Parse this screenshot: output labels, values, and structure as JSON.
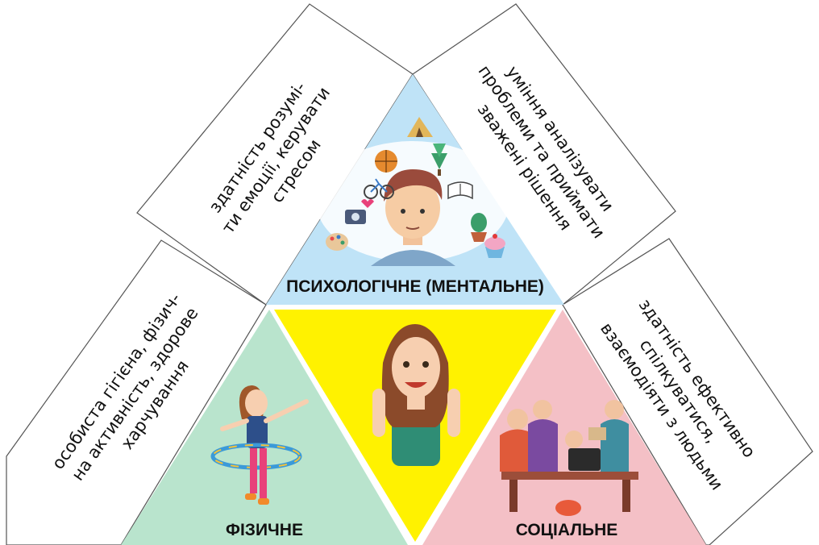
{
  "sections": {
    "mental": {
      "label": "ПСИХОЛОГІЧНЕ (МЕНТАЛЬНЕ)",
      "color": "#bfe3f7"
    },
    "physical": {
      "label": "ФІЗИЧНЕ",
      "color": "#b9e4cd"
    },
    "social": {
      "label": "СОЦІАЛЬНЕ",
      "color": "#f4c0c6"
    },
    "center": {
      "color": "#fff200"
    }
  },
  "cards": {
    "emotions": {
      "lines": [
        "здатність розумі-",
        "ти емоції, керувати",
        "стресом"
      ]
    },
    "decisions": {
      "lines": [
        "уміння аналізувати",
        "проблеми та приймати",
        "зважені рішення"
      ]
    },
    "physical": {
      "lines": [
        "особиста гігієна, фізич-",
        "на активність, здорове",
        "харчування"
      ]
    },
    "social": {
      "lines": [
        "здатність ефективно",
        "спілкуватися,",
        "взаємодіяти з людьми"
      ]
    }
  }
}
